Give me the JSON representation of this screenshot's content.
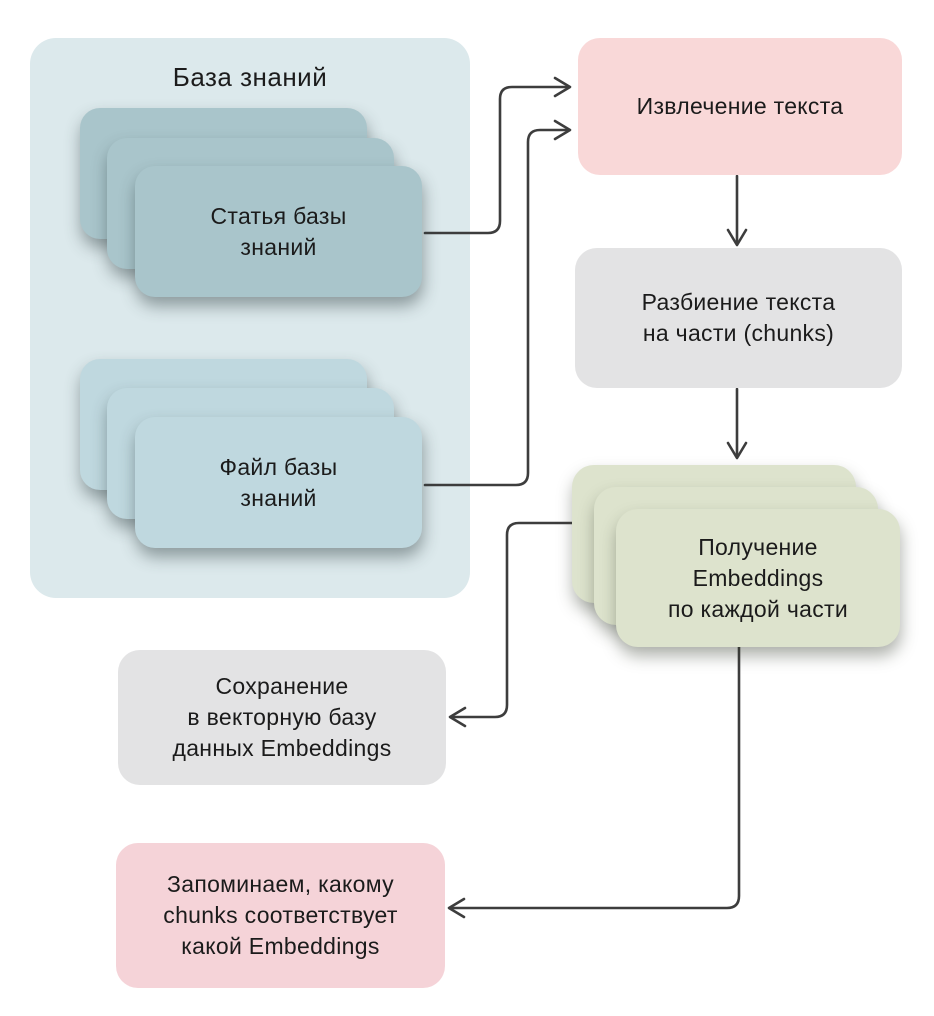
{
  "diagram": {
    "container_title": "База знаний",
    "nodes": {
      "article": {
        "label": "Статья базы\nзнаний"
      },
      "file": {
        "label": "Файл базы\nзнаний"
      },
      "extract": {
        "label": "Извлечение текста"
      },
      "split": {
        "label": "Разбиение текста\nна части (chunks)"
      },
      "embeddings": {
        "label": "Получение\nEmbeddings\nпо каждой части"
      },
      "save": {
        "label": "Сохранение\nв векторную базу\nданных Embeddings"
      },
      "remember": {
        "label": "Запоминаем, какому\nchunks соответствует\nкакой Embeddings"
      }
    },
    "connections": [
      {
        "from": "article",
        "to": "extract"
      },
      {
        "from": "file",
        "to": "extract"
      },
      {
        "from": "extract",
        "to": "split"
      },
      {
        "from": "split",
        "to": "embeddings"
      },
      {
        "from": "embeddings",
        "to": "save"
      },
      {
        "from": "embeddings",
        "to": "remember"
      }
    ],
    "colors": {
      "container_bg": "#dce9ec",
      "article_card": "#a9c5cb",
      "file_card": "#bfd8df",
      "extract_bg": "#f9d8d8",
      "split_bg": "#e3e3e4",
      "embeddings_bg": "#dde3cd",
      "save_bg": "#e3e3e4",
      "remember_bg": "#f5d3d8",
      "arrow": "#3d3d3d",
      "text": "#1b1b1b"
    }
  }
}
